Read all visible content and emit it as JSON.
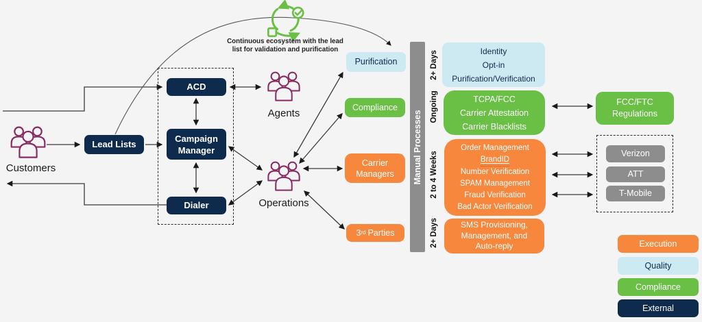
{
  "diagram": {
    "note": {
      "line1": "Continuous ecosystem with the lead",
      "line2": "list for validation and purification"
    },
    "actors": {
      "customers": "Customers",
      "agents": "Agents",
      "operations": "Operations"
    },
    "system": {
      "lead_lists": "Lead Lists",
      "acd": "ACD",
      "campaign_manager": "Campaign Manager",
      "dialer": "Dialer"
    },
    "processes": {
      "purification": "Purification",
      "compliance": "Compliance",
      "carrier_managers": "Carrier Managers",
      "third_parties": {
        "base": "3",
        "sup": "rd",
        "rest": "Parties"
      }
    },
    "manual_bar": "Manual Processes",
    "stages": [
      {
        "duration": "2+ Days",
        "type": "quality",
        "lines": [
          "Identity",
          "Opt-in",
          "Purification/Verification"
        ]
      },
      {
        "duration": "Ongoing",
        "type": "compliance",
        "lines": [
          "TCPA/FCC",
          "Carrier Attestation",
          "Carrier Blacklists"
        ]
      },
      {
        "duration": "2 to 4 Weeks",
        "type": "execution",
        "lines": [
          "Order Management",
          "BrandID",
          "Number Verification",
          "SPAM Management",
          "Fraud Verification",
          "Bad Actor Verification"
        ]
      },
      {
        "duration": "2+ Days",
        "type": "execution",
        "lines": [
          "SMS Provisioning,",
          "Management, and",
          "Auto-reply"
        ]
      }
    ],
    "external": {
      "regulator": {
        "line1": "FCC/FTC",
        "line2": "Regulations"
      },
      "carriers": [
        "Verizon",
        "ATT",
        "T-Mobile"
      ]
    },
    "legend": [
      {
        "label": "Execution",
        "color": "#f6873d"
      },
      {
        "label": "Quality",
        "color": "#cde9f2"
      },
      {
        "label": "Compliance",
        "color": "#6abf45"
      },
      {
        "label": "External",
        "color": "#0e2a4d"
      }
    ],
    "colors": {
      "navy": "#0e2a4d",
      "orange": "#f6873d",
      "green": "#6abf45",
      "light_blue": "#cde9f2",
      "gray": "#8d8d8d",
      "purple": "#8a2a62",
      "arrow": "#333333"
    }
  }
}
